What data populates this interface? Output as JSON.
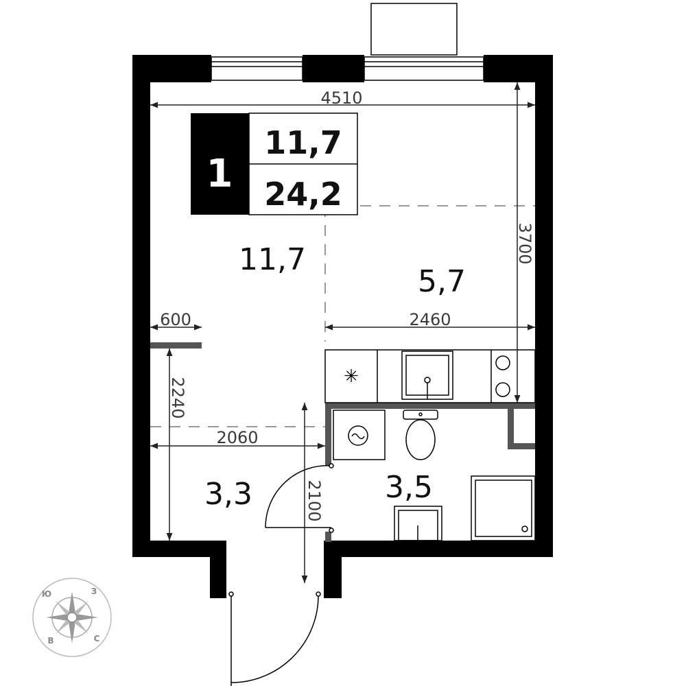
{
  "badge": {
    "rooms": "1",
    "living_area": "11,7",
    "total_area": "24,2"
  },
  "rooms": [
    {
      "id": "living",
      "area": "11,7"
    },
    {
      "id": "kitchen",
      "area": "5,7"
    },
    {
      "id": "hall",
      "area": "3,3"
    },
    {
      "id": "bathroom",
      "area": "3,5"
    }
  ],
  "dimensions": {
    "total_width": "4510",
    "room_depth": "3700",
    "kitchen_width": "2460",
    "wardrobe_width": "600",
    "hall_length": "2240",
    "hall_width": "2060",
    "hall_depth": "2100"
  },
  "compass": {
    "n": "С",
    "s": "Ю",
    "e": "В",
    "w": "З"
  },
  "colors": {
    "wall": "#000000",
    "partition": "#555555",
    "dim_line": "#222222",
    "dash": "#777777"
  }
}
